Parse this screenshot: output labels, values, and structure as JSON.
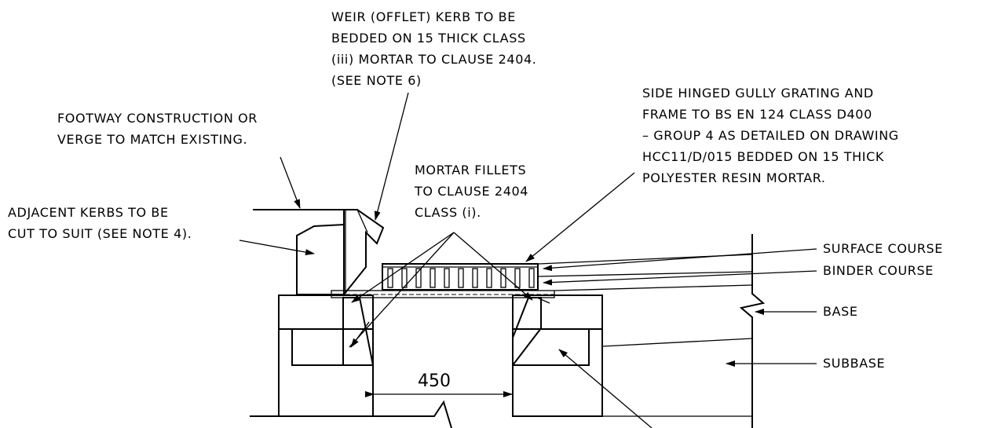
{
  "labels": {
    "weir": [
      "WEIR (OFFLET) KERB TO BE",
      "BEDDED ON 15 THICK CLASS",
      "(iii) MORTAR TO CLAUSE 2404.",
      "(SEE NOTE 6)"
    ],
    "footway": [
      "FOOTWAY CONSTRUCTION OR",
      "VERGE TO MATCH EXISTING."
    ],
    "grating": [
      "SIDE HINGED GULLY GRATING AND",
      "FRAME TO BS EN 124 CLASS D400",
      "– GROUP 4 AS DETAILED ON DRAWING",
      "HCC11/D/015 BEDDED ON 15 THICK",
      "POLYESTER RESIN MORTAR."
    ],
    "fillets": [
      "MORTAR FILLETS",
      "TO CLAUSE 2404",
      "CLASS (i)."
    ],
    "adjacent": [
      "ADJACENT KERBS TO BE",
      "CUT TO SUIT (SEE NOTE 4)."
    ],
    "surface_course": "SURFACE COURSE",
    "binder_course": "BINDER COURSE",
    "base": "BASE",
    "subbase": "SUBBASE",
    "dimension": "450"
  }
}
